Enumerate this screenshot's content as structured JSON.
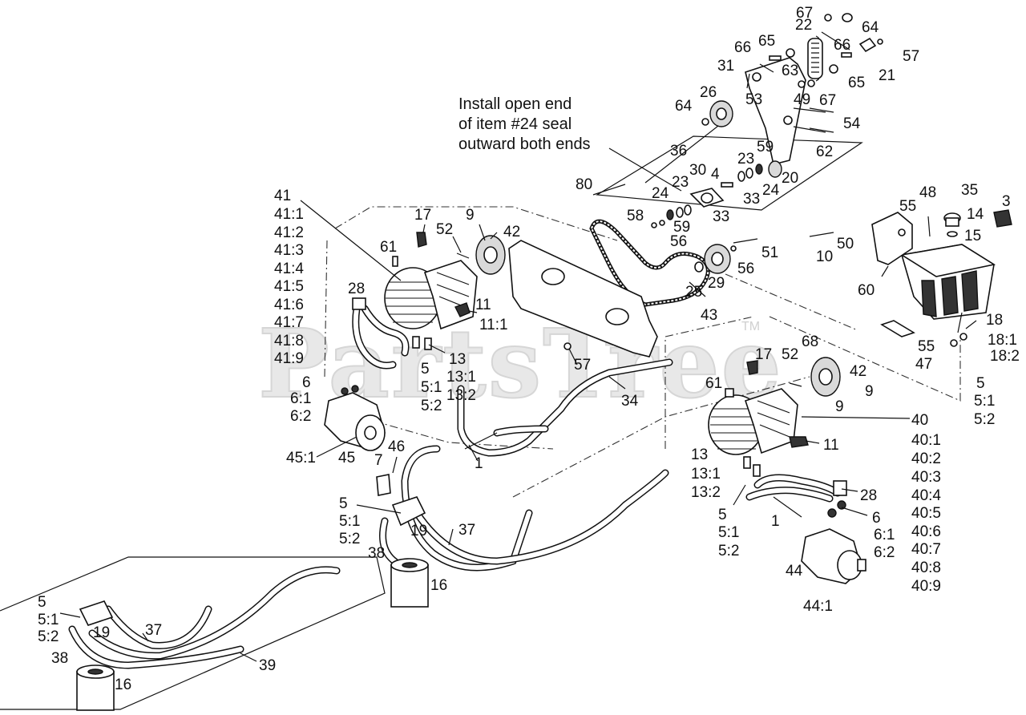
{
  "watermark": {
    "text": "PartsTree",
    "tm": "TM"
  },
  "note": {
    "lines": [
      "Install open end",
      "of item #24 seal",
      "outward both ends"
    ]
  },
  "callouts": [
    {
      "id": "c67a",
      "text": "67"
    },
    {
      "id": "c64a",
      "text": "64"
    },
    {
      "id": "c22",
      "text": "22"
    },
    {
      "id": "c66a",
      "text": "66"
    },
    {
      "id": "c65a",
      "text": "65"
    },
    {
      "id": "c66b",
      "text": "66"
    },
    {
      "id": "c57a",
      "text": "57"
    },
    {
      "id": "c31",
      "text": "31"
    },
    {
      "id": "c21",
      "text": "21"
    },
    {
      "id": "c63",
      "text": "63"
    },
    {
      "id": "c65b",
      "text": "65"
    },
    {
      "id": "c53",
      "text": "53"
    },
    {
      "id": "c49",
      "text": "49"
    },
    {
      "id": "c67b",
      "text": "67"
    },
    {
      "id": "c26",
      "text": "26"
    },
    {
      "id": "c64b",
      "text": "64"
    },
    {
      "id": "c54",
      "text": "54"
    },
    {
      "id": "c36",
      "text": "36"
    },
    {
      "id": "c62",
      "text": "62"
    },
    {
      "id": "c59a",
      "text": "59"
    },
    {
      "id": "c23a",
      "text": "23"
    },
    {
      "id": "c30",
      "text": "30"
    },
    {
      "id": "c4",
      "text": "4"
    },
    {
      "id": "c20",
      "text": "20"
    },
    {
      "id": "c80",
      "text": "80"
    },
    {
      "id": "c24a",
      "text": "24"
    },
    {
      "id": "c23b",
      "text": "23"
    },
    {
      "id": "c33a",
      "text": "33"
    },
    {
      "id": "c24b",
      "text": "24"
    },
    {
      "id": "c59b",
      "text": "59"
    },
    {
      "id": "c33b",
      "text": "33"
    },
    {
      "id": "c58",
      "text": "58"
    },
    {
      "id": "c56a",
      "text": "56"
    },
    {
      "id": "c35",
      "text": "35"
    },
    {
      "id": "c48",
      "text": "48"
    },
    {
      "id": "c3",
      "text": "3"
    },
    {
      "id": "c55a",
      "text": "55"
    },
    {
      "id": "c14",
      "text": "14"
    },
    {
      "id": "c15",
      "text": "15"
    },
    {
      "id": "c51",
      "text": "51"
    },
    {
      "id": "c50",
      "text": "50"
    },
    {
      "id": "c10",
      "text": "10"
    },
    {
      "id": "c56b",
      "text": "56"
    },
    {
      "id": "c29",
      "text": "29"
    },
    {
      "id": "c25",
      "text": "25"
    },
    {
      "id": "c60",
      "text": "60"
    },
    {
      "id": "c43",
      "text": "43"
    },
    {
      "id": "c18",
      "text": "18"
    },
    {
      "id": "c18_1",
      "text": "18:1"
    },
    {
      "id": "c18_2",
      "text": "18:2"
    },
    {
      "id": "c55b",
      "text": "55"
    },
    {
      "id": "c47",
      "text": "47"
    },
    {
      "id": "c5r",
      "text": "5"
    },
    {
      "id": "c5r_1",
      "text": "5:1"
    },
    {
      "id": "c5r_2",
      "text": "5:2"
    },
    {
      "id": "c41",
      "text": "41"
    },
    {
      "id": "c41_1",
      "text": "41:1"
    },
    {
      "id": "c41_2",
      "text": "41:2"
    },
    {
      "id": "c41_3",
      "text": "41:3"
    },
    {
      "id": "c41_4",
      "text": "41:4"
    },
    {
      "id": "c41_5",
      "text": "41:5"
    },
    {
      "id": "c41_6",
      "text": "41:6"
    },
    {
      "id": "c41_7",
      "text": "41:7"
    },
    {
      "id": "c41_8",
      "text": "41:8"
    },
    {
      "id": "c41_9",
      "text": "41:9"
    },
    {
      "id": "c17a",
      "text": "17"
    },
    {
      "id": "c9a",
      "text": "9"
    },
    {
      "id": "c52a",
      "text": "52"
    },
    {
      "id": "c42a",
      "text": "42"
    },
    {
      "id": "c61a",
      "text": "61"
    },
    {
      "id": "c28a",
      "text": "28"
    },
    {
      "id": "c11a",
      "text": "11"
    },
    {
      "id": "c11_1",
      "text": "11:1"
    },
    {
      "id": "c13a",
      "text": "13"
    },
    {
      "id": "c13a_1",
      "text": "13:1"
    },
    {
      "id": "c13a_2",
      "text": "13:2"
    },
    {
      "id": "c5a",
      "text": "5"
    },
    {
      "id": "c5a_1",
      "text": "5:1"
    },
    {
      "id": "c5a_2",
      "text": "5:2"
    },
    {
      "id": "c57b",
      "text": "57"
    },
    {
      "id": "c34",
      "text": "34"
    },
    {
      "id": "c6a",
      "text": "6"
    },
    {
      "id": "c6a_1",
      "text": "6:1"
    },
    {
      "id": "c6a_2",
      "text": "6:2"
    },
    {
      "id": "c45_1",
      "text": "45:1"
    },
    {
      "id": "c45",
      "text": "45"
    },
    {
      "id": "c46",
      "text": "46"
    },
    {
      "id": "c7",
      "text": "7"
    },
    {
      "id": "c1a",
      "text": "1"
    },
    {
      "id": "c17b",
      "text": "17"
    },
    {
      "id": "c52b",
      "text": "52"
    },
    {
      "id": "c68",
      "text": "68"
    },
    {
      "id": "c42b",
      "text": "42"
    },
    {
      "id": "c61b",
      "text": "61"
    },
    {
      "id": "c9b",
      "text": "9"
    },
    {
      "id": "c9c",
      "text": "9"
    },
    {
      "id": "c40",
      "text": "40"
    },
    {
      "id": "c40_1",
      "text": "40:1"
    },
    {
      "id": "c40_2",
      "text": "40:2"
    },
    {
      "id": "c40_3",
      "text": "40:3"
    },
    {
      "id": "c40_4",
      "text": "40:4"
    },
    {
      "id": "c40_5",
      "text": "40:5"
    },
    {
      "id": "c40_6",
      "text": "40:6"
    },
    {
      "id": "c40_7",
      "text": "40:7"
    },
    {
      "id": "c40_8",
      "text": "40:8"
    },
    {
      "id": "c40_9",
      "text": "40:9"
    },
    {
      "id": "c11b",
      "text": "11"
    },
    {
      "id": "c13b",
      "text": "13"
    },
    {
      "id": "c13b_1",
      "text": "13:1"
    },
    {
      "id": "c13b_2",
      "text": "13:2"
    },
    {
      "id": "c28b",
      "text": "28"
    },
    {
      "id": "c5b",
      "text": "5"
    },
    {
      "id": "c5b_1",
      "text": "5:1"
    },
    {
      "id": "c5b_2",
      "text": "5:2"
    },
    {
      "id": "c1b",
      "text": "1"
    },
    {
      "id": "c6b",
      "text": "6"
    },
    {
      "id": "c6b_1",
      "text": "6:1"
    },
    {
      "id": "c6b_2",
      "text": "6:2"
    },
    {
      "id": "c44",
      "text": "44"
    },
    {
      "id": "c44_1",
      "text": "44:1"
    },
    {
      "id": "c5c",
      "text": "5"
    },
    {
      "id": "c5c_1",
      "text": "5:1"
    },
    {
      "id": "c5c_2",
      "text": "5:2"
    },
    {
      "id": "c19a",
      "text": "19"
    },
    {
      "id": "c37a",
      "text": "37"
    },
    {
      "id": "c38a",
      "text": "38"
    },
    {
      "id": "c16a",
      "text": "16"
    },
    {
      "id": "c5d",
      "text": "5"
    },
    {
      "id": "c5d_1",
      "text": "5:1"
    },
    {
      "id": "c5d_2",
      "text": "5:2"
    },
    {
      "id": "c19b",
      "text": "19"
    },
    {
      "id": "c37b",
      "text": "37"
    },
    {
      "id": "c38b",
      "text": "38"
    },
    {
      "id": "c39",
      "text": "39"
    },
    {
      "id": "c16b",
      "text": "16"
    }
  ]
}
